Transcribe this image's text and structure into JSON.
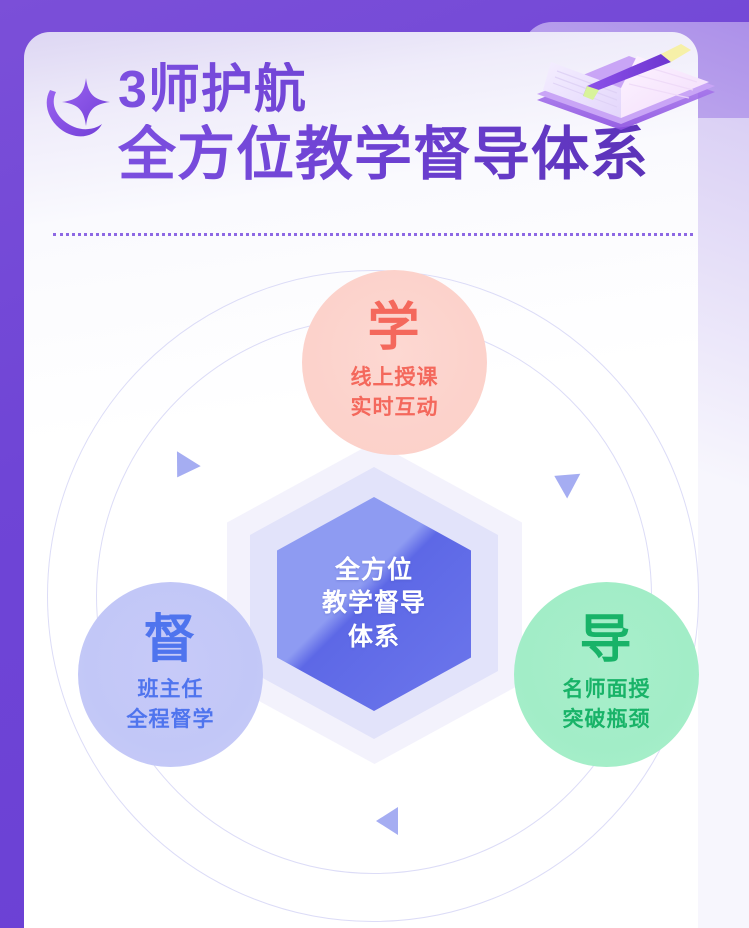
{
  "header": {
    "title_line_1": "3师护航",
    "title_line_2": "全方位教学督导体系",
    "decor_icon": "sparkle-orbit-icon",
    "illustration": "notebook-pen-icon"
  },
  "diagram": {
    "center": {
      "line_1": "全方位",
      "line_2": "教学督导",
      "line_3": "体系"
    },
    "nodes": [
      {
        "id": "study",
        "big": "学",
        "sub_line_1": "线上授课",
        "sub_line_2": "实时互动",
        "color": "#f4685c",
        "bg": "#fcd2cb"
      },
      {
        "id": "supervise",
        "big": "督",
        "sub_line_1": "班主任",
        "sub_line_2": "全程督学",
        "color": "#4f74ee",
        "bg": "#c4c9f7"
      },
      {
        "id": "guide",
        "big": "导",
        "sub_line_1": "名师面授",
        "sub_line_2": "突破瓶颈",
        "color": "#18b368",
        "bg": "#a5edc9"
      }
    ],
    "arrows": [
      "arrow-upper-left",
      "arrow-upper-right",
      "arrow-bottom"
    ],
    "arrow_color": "#a5adf2"
  },
  "theme": {
    "background_purple": "#6f45d6",
    "card_white": "#ffffff",
    "title_purple": "#6b3fd0",
    "divider_color": "#7a4fe0",
    "hex_gradient_from": "#8e9bf2",
    "hex_gradient_to": "#5d68e6",
    "ring_color": "#dcdcf7"
  }
}
